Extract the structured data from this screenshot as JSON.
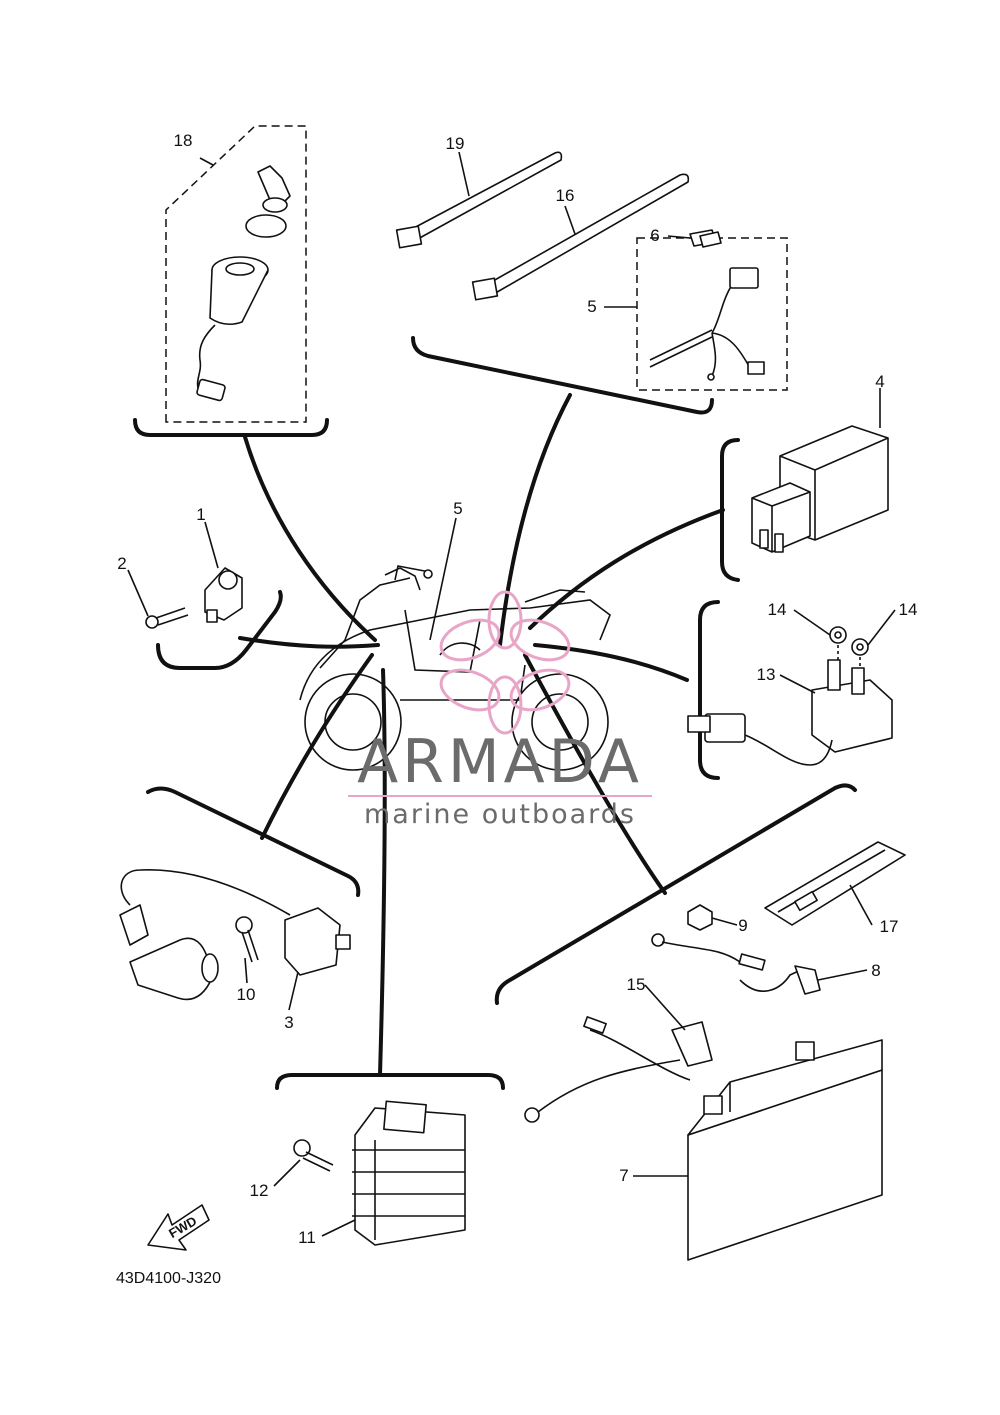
{
  "diagram_code": "43D4100-J320",
  "fwd_label": "FWD",
  "watermark": {
    "brand": "ARMADA",
    "tagline": "marine outboards",
    "accent_color": "#e9a5c8",
    "text_color": "#6b6b6b"
  },
  "callouts": {
    "c1": "1",
    "c2": "2",
    "c3": "3",
    "c4": "4",
    "c5a": "5",
    "c5b": "5",
    "c6": "6",
    "c7": "7",
    "c8": "8",
    "c9": "9",
    "c10": "10",
    "c11": "11",
    "c12": "12",
    "c13": "13",
    "c14a": "14",
    "c14b": "14",
    "c15": "15",
    "c16": "16",
    "c17": "17",
    "c18": "18",
    "c19": "19"
  }
}
